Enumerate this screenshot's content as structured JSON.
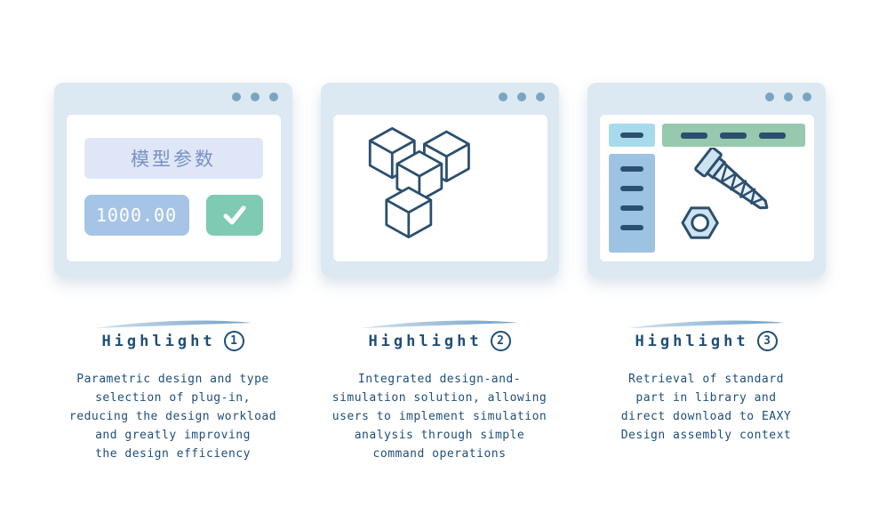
{
  "colors": {
    "text_navy": "#1f4e79",
    "card_background": "#dce8f2",
    "window_dot": "#7aa5be",
    "param_label_bg": "#dfe6f7",
    "param_value_bg": "#a6c4e6",
    "confirm_green": "#7ecab2",
    "menubar_green": "#96c9ae",
    "sidebar_top_bg": "#a7daea",
    "sidebar_body_bg": "#9cc3e2",
    "line_art_stroke": "#2b4f6e"
  },
  "cards": [
    {
      "heading": "Highlight",
      "badge": "1",
      "description": "Parametric design and type\nselection of plug-in,\nreducing the design workload\nand greatly improving\nthe design efficiency",
      "window": {
        "param_label": "模型参数",
        "param_value": "1000.00"
      }
    },
    {
      "heading": "Highlight",
      "badge": "2",
      "description": "Integrated design-and-\nsimulation solution, allowing\nusers to implement simulation\nanalysis through simple\ncommand operations"
    },
    {
      "heading": "Highlight",
      "badge": "3",
      "description": "Retrieval of standard\npart in library and\ndirect download to EAXY\nDesign assembly context"
    }
  ]
}
